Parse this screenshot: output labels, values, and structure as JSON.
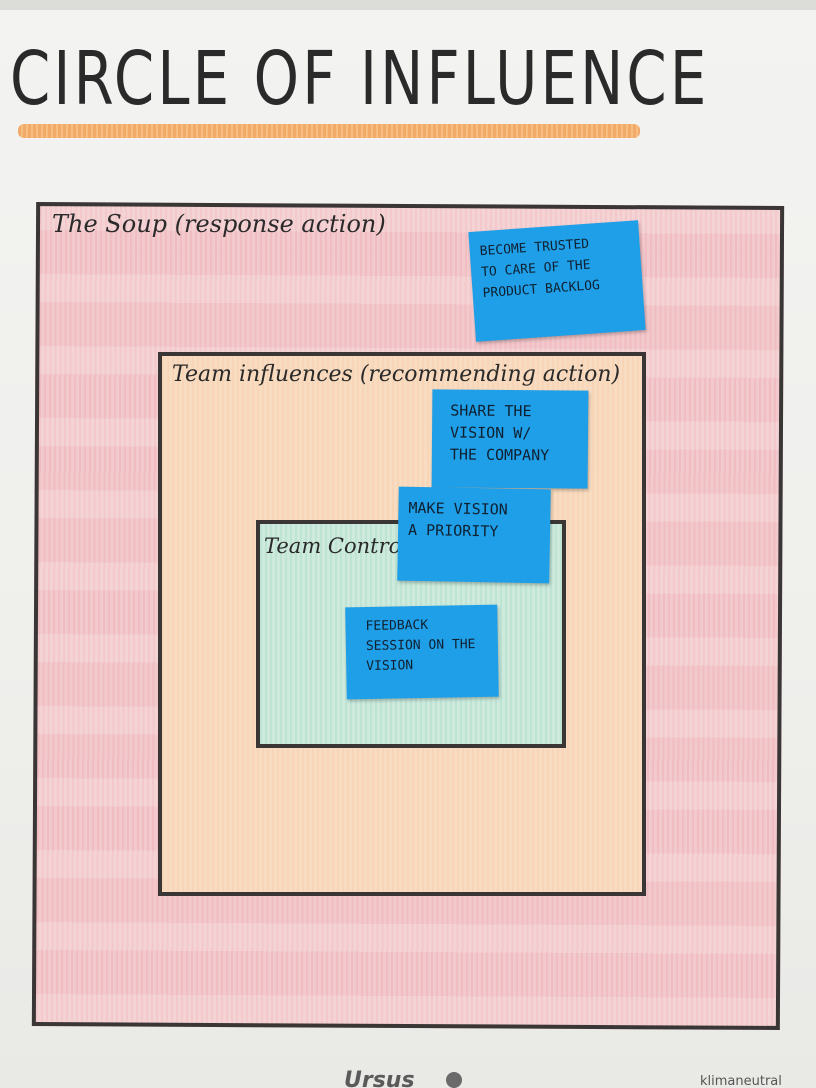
{
  "title": "CIRCLE OF INFLUENCE",
  "regions": {
    "soup": {
      "label": "The Soup (response action)",
      "color": "#f2c9cc"
    },
    "influence": {
      "label": "Team influences (recommending action)",
      "color": "#f8dcc1"
    },
    "control": {
      "label": "Team Control",
      "color": "#cdeadd"
    }
  },
  "notes": [
    {
      "lines": [
        "Become trusted",
        "to care of the",
        "product backlog"
      ],
      "color": "#1f9fe8"
    },
    {
      "lines": [
        "Share the",
        "vision w/",
        "the company"
      ],
      "color": "#1f9fe8"
    },
    {
      "lines": [
        "Make vision",
        "a priority"
      ],
      "color": "#1f9fe8"
    },
    {
      "lines": [
        "Feedback",
        "session on the",
        "vision"
      ],
      "color": "#1f9fe8"
    }
  ],
  "footer": {
    "logo": "Ursus",
    "text": "klimaneutral"
  }
}
